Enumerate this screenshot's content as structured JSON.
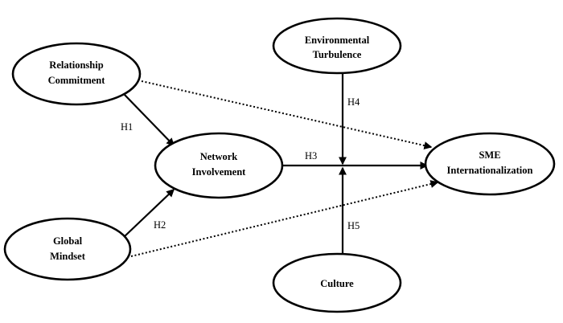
{
  "nodes": {
    "relationship_commitment": {
      "line1": "Relationship",
      "line2": "Commitment"
    },
    "global_mindset": {
      "line1": "Global",
      "line2": "Mindset"
    },
    "network_involvement": {
      "line1": "Network",
      "line2": "Involvement"
    },
    "environmental_turbulence": {
      "line1": "Environmental",
      "line2": "Turbulence"
    },
    "culture": {
      "line1": "Culture"
    },
    "sme_internationalization": {
      "line1": "SME",
      "line2": "Internationalization"
    }
  },
  "hypotheses": {
    "h1": "H1",
    "h2": "H2",
    "h3": "H3",
    "h4": "H4",
    "h5": "H5"
  },
  "edges": [
    {
      "from": "Relationship Commitment",
      "to": "Network Involvement",
      "style": "solid",
      "label": "H1"
    },
    {
      "from": "Global Mindset",
      "to": "Network Involvement",
      "style": "solid",
      "label": "H2"
    },
    {
      "from": "Network Involvement",
      "to": "SME Internationalization",
      "style": "solid",
      "label": "H3"
    },
    {
      "from": "Environmental Turbulence",
      "to": "H3 path",
      "style": "solid",
      "label": "H4"
    },
    {
      "from": "Culture",
      "to": "H3 path",
      "style": "solid",
      "label": "H5"
    },
    {
      "from": "Relationship Commitment",
      "to": "SME Internationalization",
      "style": "dotted"
    },
    {
      "from": "Global Mindset",
      "to": "SME Internationalization",
      "style": "dotted"
    }
  ],
  "colors": {
    "stroke": "#000000",
    "fill": "#ffffff"
  }
}
